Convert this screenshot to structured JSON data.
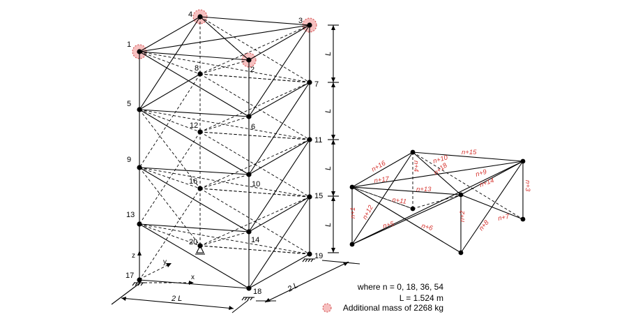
{
  "node_labels": [
    "1",
    "2",
    "3",
    "4",
    "5",
    "6",
    "7",
    "8",
    "9",
    "10",
    "11",
    "12",
    "13",
    "14",
    "15",
    "16",
    "17",
    "18",
    "19",
    "20"
  ],
  "dimensions": {
    "tower_height_unit": "L",
    "base_width_left": "2 L",
    "base_width_right": "2 L"
  },
  "axes": {
    "x": "x",
    "y": "y",
    "z": "z"
  },
  "member_labels": [
    "n+1",
    "n+2",
    "n+3",
    "n+4",
    "n+5",
    "n+6",
    "n+7",
    "n+8",
    "n+9",
    "n+10",
    "n+11",
    "n+12",
    "n+13",
    "n+14",
    "n+15",
    "n+16",
    "n+17",
    "n+18"
  ],
  "legend": {
    "n_values": "where n = 0, 18, 36, 54",
    "length": "L = 1.524 m",
    "mass_note": "Additional mass of 2268 kg"
  },
  "colors": {
    "member_label": "#d6342f",
    "mass_fill": "#f4b4b4",
    "mass_stroke": "#d04848"
  }
}
